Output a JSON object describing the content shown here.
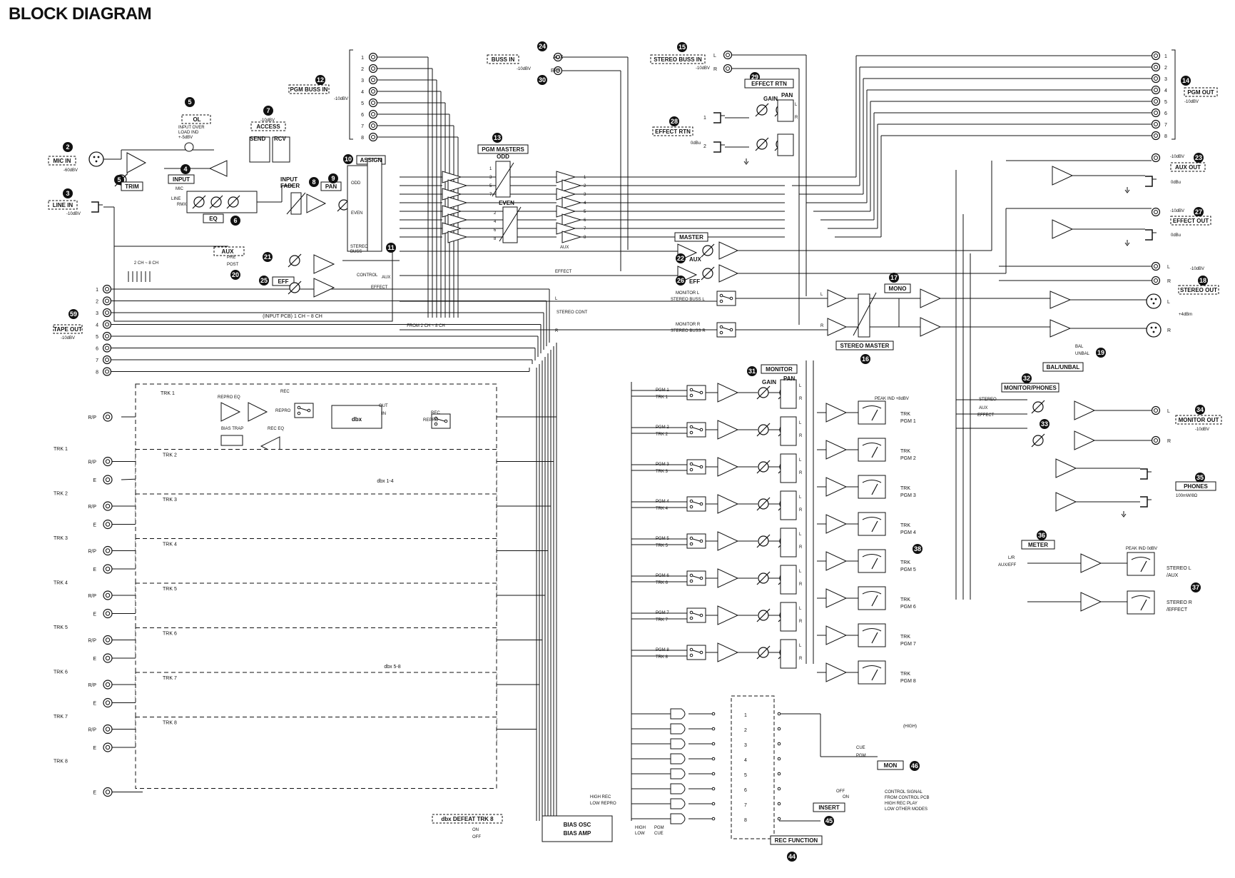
{
  "title": "BLOCK DIAGRAM",
  "inputs": {
    "mic_in": "MIC IN",
    "mic_level": "-60dBV",
    "line_in": "LINE IN",
    "line_level": "-10dBV",
    "trim": "TRIM",
    "input": "INPUT",
    "eq": "EQ",
    "ol": "OL",
    "ol_note": [
      "INPUT OVER",
      "LOAD IND",
      "+-5dBV"
    ],
    "access": "ACCESS",
    "access_level": "-10dBV",
    "send": "SEND",
    "rcv": "RCV",
    "input_fader": [
      "INPUT",
      "FADER"
    ],
    "pan": "PAN",
    "assign": "ASSIGN",
    "mic": "MIC",
    "line": "LINE",
    "rmx": "RMX",
    "odd": "ODD",
    "even": "EVEN",
    "stereo_buss": [
      "STEREO",
      "BUSS"
    ],
    "aux": "AUX",
    "eff": "EFF",
    "pre": "PRE",
    "post": "POST",
    "control": "CONTROL",
    "aux_small": "AUX",
    "effect_small": "EFFECT",
    "input_pcb": "(INPUT PCB) 1 CH ~ 8 CH",
    "ch_range": "2 CH ~ 8 CH",
    "from_ch": "FROM 2 CH ~ 8 CH"
  },
  "tape_out": {
    "label": "TAPE OUT",
    "level": "-10dBV",
    "numbers": [
      "1",
      "2",
      "3",
      "4",
      "5",
      "6",
      "7",
      "8"
    ]
  },
  "pgm_buss_in": {
    "label": "PGM BUSS IN",
    "level": "-10dBV",
    "numbers": [
      "1",
      "2",
      "3",
      "4",
      "5",
      "6",
      "7",
      "8"
    ]
  },
  "buss_in": {
    "label": "BUSS IN",
    "level": "-10dBV",
    "aux": "AUX",
    "eff": "EFF"
  },
  "stereo_buss_in": {
    "label": "STEREO BUSS IN",
    "level": "-10dBV",
    "l": "L",
    "r": "R"
  },
  "effect_rtn": {
    "title": "EFFECT RTN",
    "label": "EFFECT RTN",
    "level": "0dBu",
    "gain": "GAIN",
    "pan": "PAN",
    "one": "1",
    "two": "2",
    "l": "L",
    "r": "R"
  },
  "pgm_masters": {
    "title": "PGM MASTERS",
    "odd": "ODD",
    "even": "EVEN",
    "odd_nums": [
      "1",
      "3",
      "5",
      "7"
    ],
    "even_nums": [
      "2",
      "4",
      "6",
      "8"
    ],
    "out_nums": [
      "1",
      "2",
      "3",
      "4",
      "5",
      "6",
      "7",
      "8"
    ]
  },
  "pgm_out": {
    "label": "PGM OUT",
    "level": "-10dBV",
    "numbers": [
      "1",
      "2",
      "3",
      "4",
      "5",
      "6",
      "7",
      "8"
    ]
  },
  "master": {
    "title": "MASTER",
    "aux": "AUX",
    "eff": "EFF",
    "aux_line": "AUX",
    "effect_line": "EFFECT"
  },
  "stereo_section": {
    "monitor_l": "MONITOR L",
    "stereo_buss_l": "STEREO BUSS L",
    "monitor_r": "MONITOR R",
    "stereo_buss_r": "STEREO BUSS R",
    "stereo_cont": "STEREO CONT",
    "l": "L",
    "r": "R",
    "mono": "MONO",
    "stereo_master": "STEREO MASTER"
  },
  "outputs": {
    "aux_out": "AUX OUT",
    "aux_level": "-10dBV",
    "aux_level2": "0dBu",
    "effect_out": "EFFECT OUT",
    "effect_level": "-10dBV",
    "effect_level2": "0dBu",
    "stereo_out": "STEREO OUT",
    "stereo_level": "-10dBV",
    "stereo_level2": "+4dBm",
    "l": "L",
    "r": "R",
    "bal": "BAL",
    "unbal": "UNBAL",
    "bal_unbal": "BAL/UNBAL"
  },
  "monitor_phones": {
    "title": "MONITOR/PHONES",
    "stereo": "STEREO",
    "aux": "AUX",
    "effect": "EFFECT",
    "monitor_out": "MONITOR OUT",
    "monitor_level": "-10dBV",
    "phones": "PHONES",
    "phones_spec": "100mW/8Ω",
    "l": "L",
    "r": "R"
  },
  "meter": {
    "title": "METER",
    "lr": "L/R",
    "aux_eff": "AUX/EFF",
    "peak": "PEAK IND 0dBV",
    "stereo_l": [
      "STEREO L",
      "/AUX"
    ],
    "stereo_r": [
      "STEREO R",
      "/EFFECT"
    ]
  },
  "monitor": {
    "title": "MONITOR",
    "gain": "GAIN",
    "pan": "PAN",
    "peak": "PEAK IND +8dBV",
    "rows": [
      {
        "pgm": "PGM 1",
        "trk": "TRK 1",
        "meter": [
          "TRK",
          "PGM 1"
        ]
      },
      {
        "pgm": "PGM 2",
        "trk": "TRK 2",
        "meter": [
          "TRK",
          "PGM 2"
        ]
      },
      {
        "pgm": "PGM 3",
        "trk": "TRK 3",
        "meter": [
          "TRK",
          "PGM 3"
        ]
      },
      {
        "pgm": "PGM 4",
        "trk": "TRK 4",
        "meter": [
          "TRK",
          "PGM 4"
        ]
      },
      {
        "pgm": "PGM 5",
        "trk": "TRK 5",
        "meter": [
          "TRK",
          "PGM 5"
        ]
      },
      {
        "pgm": "PGM 6",
        "trk": "TRK 6",
        "meter": [
          "TRK",
          "PGM 6"
        ]
      },
      {
        "pgm": "PGM 7",
        "trk": "TRK 7",
        "meter": [
          "TRK",
          "PGM 7"
        ]
      },
      {
        "pgm": "PGM 8",
        "trk": "TRK 8",
        "meter": [
          "TRK",
          "PGM 8"
        ]
      }
    ],
    "l": "L",
    "r": "R"
  },
  "tracks": {
    "trk1": "TRK 1",
    "repro_eq": "REPRO EQ",
    "rec_eq": "REC EQ",
    "bias_trap": "BIAS TRAP",
    "rec": "REC",
    "repro": "REPRO",
    "dbx": "dbx",
    "out": "OUT",
    "in": "IN",
    "dbx_14": "dbx 1-4",
    "dbx_58": "dbx 5-8",
    "rp": "R/P",
    "e": "E",
    "names": [
      "TRK 1",
      "TRK 2",
      "TRK 3",
      "TRK 4",
      "TRK 5",
      "TRK 6",
      "TRK 7",
      "TRK 8"
    ],
    "side": [
      "TRK 1",
      "TRK 2",
      "TRK 3",
      "TRK 4",
      "TRK 5",
      "TRK 6",
      "TRK 7",
      "TRK 8"
    ]
  },
  "bottom": {
    "dbx_defeat": "dbx DEFEAT TRK 8",
    "on": "ON",
    "off": "OFF",
    "bias_osc": "BIAS OSC",
    "bias_amp": "BIAS AMP",
    "high_rec": "HIGH REC",
    "low_repro": "LOW REPRO",
    "high": "HIGH",
    "low": "LOW",
    "pgm": "PGM",
    "cue": "CUE",
    "rec_function": "REC FUNCTION",
    "insert": "INSERT",
    "mon": "MON",
    "high_paren": "(HIGH)",
    "cue_label": "CUE",
    "pgm_label": "PGM",
    "control_signal": [
      "CONTROL SIGNAL",
      "FROM CONTROL PCB",
      "HIGH  REC PLAY",
      "LOW   OTHER MODES"
    ],
    "rec_nums": [
      "1",
      "2",
      "3",
      "4",
      "5",
      "6",
      "7",
      "8"
    ],
    "off2": "OFF",
    "on2": "ON"
  },
  "markers": [
    "2",
    "3",
    "4",
    "5",
    "6",
    "7",
    "8",
    "9",
    "10",
    "11",
    "12",
    "13",
    "14",
    "15",
    "16",
    "17",
    "18",
    "19",
    "20",
    "21",
    "22",
    "23",
    "24",
    "25",
    "26",
    "27",
    "28",
    "29",
    "30",
    "31",
    "32",
    "33",
    "34",
    "35",
    "36",
    "37",
    "38",
    "44",
    "45",
    "46",
    "59"
  ]
}
